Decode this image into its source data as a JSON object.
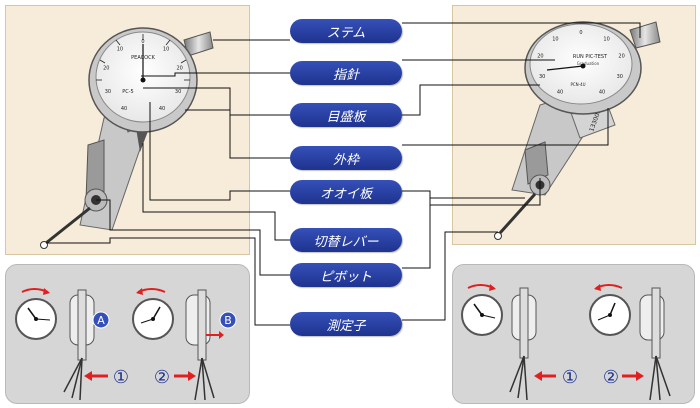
{
  "parts": [
    {
      "id": "stem",
      "label": "ステム"
    },
    {
      "id": "pointer",
      "label": "指針"
    },
    {
      "id": "dial",
      "label": "目盛板"
    },
    {
      "id": "bezel",
      "label": "外枠"
    },
    {
      "id": "oil-plate",
      "label": "オオイ板"
    },
    {
      "id": "switch-lever",
      "label": "切替レバー"
    },
    {
      "id": "pivot",
      "label": "ピボット"
    },
    {
      "id": "contact-point",
      "label": "測定子"
    }
  ],
  "left_gauge": {
    "brand": "PEACOCK",
    "model": "PC-5",
    "dial_numbers": [
      "40",
      "30",
      "20",
      "10",
      "0",
      "10",
      "20",
      "30",
      "40"
    ]
  },
  "right_gauge": {
    "brand_line": "RUN PIC-TEST",
    "sub_line": "Graduation",
    "model": "PCN-4U",
    "serial": "1330004",
    "dial_numbers": [
      "40",
      "30",
      "20",
      "10",
      "0",
      "10",
      "20",
      "30",
      "40"
    ]
  },
  "operation_left": {
    "markers": [
      "A",
      "B"
    ],
    "step_1": "①",
    "step_2": "②"
  },
  "operation_right": {
    "step_1": "①",
    "step_2": "②"
  },
  "colors": {
    "label_bg": "#2a3fa0",
    "photo_bg": "#f6ecd9",
    "panel_bg": "#d6d6d6",
    "arrow_red": "#e02020"
  }
}
